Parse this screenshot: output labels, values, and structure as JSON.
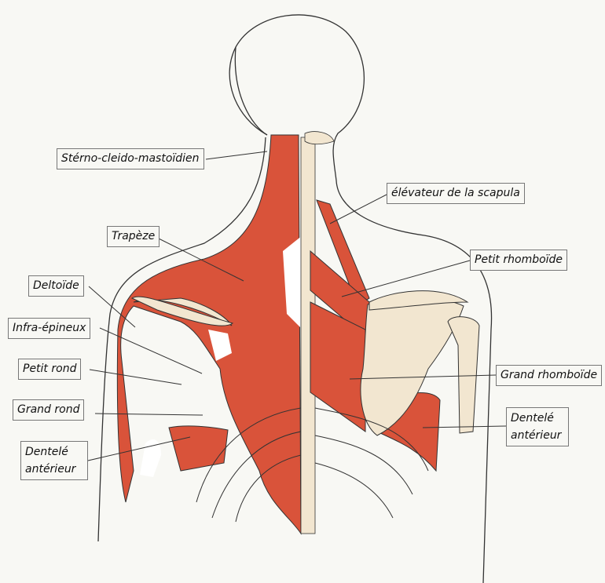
{
  "title": "Muscles du dos",
  "labels": {
    "sterno": "Stérno-cleido-mastoïdien",
    "elevateur": "élévateur de la scapula",
    "trapeze": "Trapèze",
    "petit_rhomboide": "Petit rhomboïde",
    "deltoide": "Deltoïde",
    "infra_epineux": "Infra-épineux",
    "petit_rond": "Petit rond",
    "grand_rhomboide": "Grand rhomboïde",
    "grand_rond": "Grand rond",
    "dentele_left_1": "Dentelé",
    "dentele_left_2": "antérieur",
    "dentele_right_1": "Dentelé",
    "dentele_right_2": "antérieur"
  },
  "colors": {
    "muscle": "#d9533a",
    "bone": "#f2e6d0",
    "outline": "#333333",
    "background": "#f8f8f4"
  }
}
